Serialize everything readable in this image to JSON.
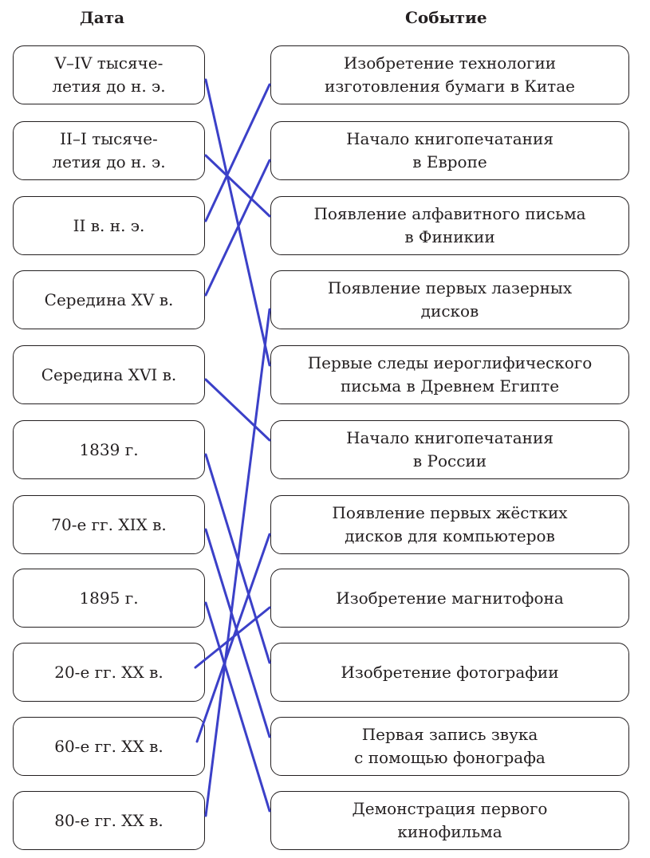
{
  "headers": {
    "date": "Дата",
    "event": "Событие"
  },
  "dates": [
    "V–IV тысяче-\nлетия до н. э.",
    "II–I тысяче-\nлетия до н. э.",
    "II в. н. э.",
    "Середина XV в.",
    "Середина XVI в.",
    "1839 г.",
    "70-е гг. XIX в.",
    "1895 г.",
    "20-е гг. XX в.",
    "60-е гг. XX в.",
    "80-е гг. XX в."
  ],
  "events": [
    "Изобретение технологии\nизготовления бумаги в Китае",
    "Начало книгопечатания\nв Европе",
    "Появление алфавитного письма\nв Финикии",
    "Появление первых лазерных\nдисков",
    "Первые следы иероглифического\nписьма в Древнем Египте",
    "Начало книгопечатания\nв России",
    "Появление первых жёстких\nдисков для компьютеров",
    "Изобретение магнитофона",
    "Изобретение фотографии",
    "Первая запись звука\nс помощью фонографа",
    "Демонстрация первого\nкинофильма"
  ],
  "matches": [
    {
      "date": 0,
      "event": 4
    },
    {
      "date": 1,
      "event": 2
    },
    {
      "date": 2,
      "event": 0
    },
    {
      "date": 3,
      "event": 1
    },
    {
      "date": 4,
      "event": 5
    },
    {
      "date": 5,
      "event": 8
    },
    {
      "date": 6,
      "event": 9
    },
    {
      "date": 7,
      "event": 10
    },
    {
      "date": 8,
      "event": 7
    },
    {
      "date": 9,
      "event": 6
    },
    {
      "date": 10,
      "event": 3
    }
  ],
  "colors": {
    "line": "#3b40c8",
    "border": "#231f20"
  }
}
